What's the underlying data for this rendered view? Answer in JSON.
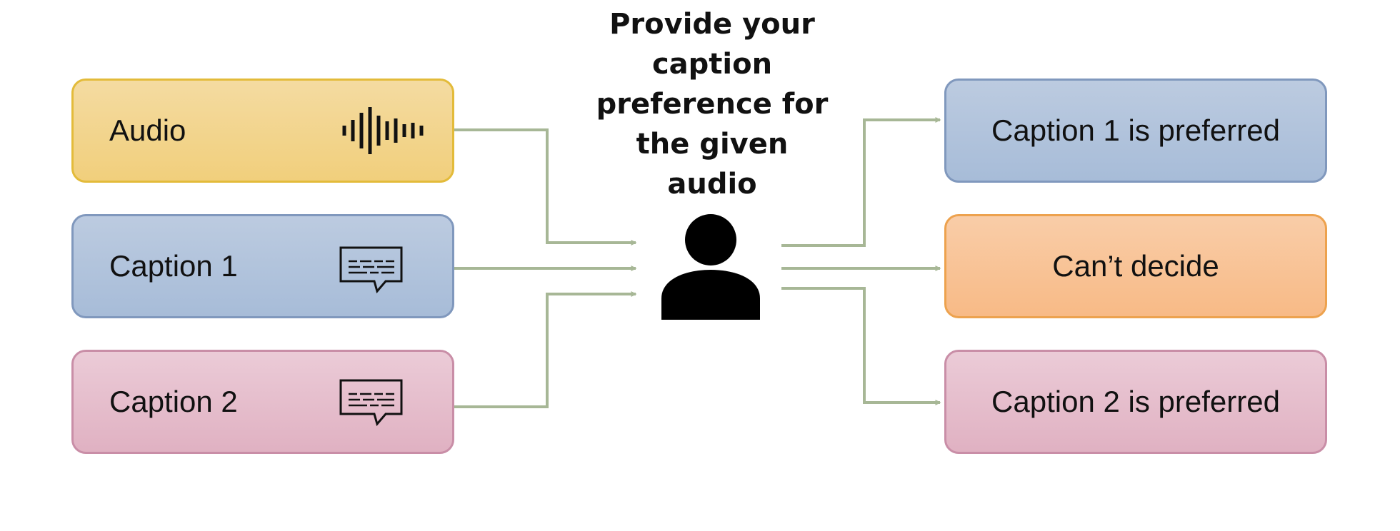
{
  "prompt": "Provide your caption preference for the given audio",
  "inputs": [
    {
      "label": "Audio",
      "icon": "sound-wave-icon"
    },
    {
      "label": "Caption 1",
      "icon": "caption-bubble-icon"
    },
    {
      "label": "Caption 2",
      "icon": "caption-bubble-icon"
    }
  ],
  "outputs": [
    {
      "label": "Caption 1 is preferred"
    },
    {
      "label": "Can’t decide"
    },
    {
      "label": "Caption 2 is preferred"
    }
  ],
  "center_icon": "person-icon",
  "colors": {
    "audio_fill": "#f2d48a",
    "caption1_fill": "#b2c4dc",
    "caption2_fill": "#e5bccb",
    "undecided_fill": "#f9c396",
    "arrow": "#a7b796"
  }
}
